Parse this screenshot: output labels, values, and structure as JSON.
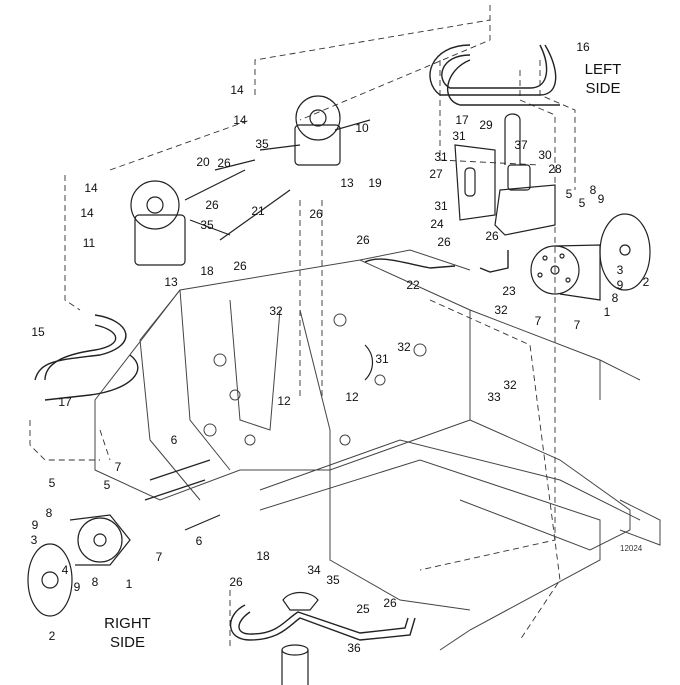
{
  "figure_id": "12024",
  "side_labels": {
    "left": [
      "LEFT",
      "SIDE"
    ],
    "right": [
      "RIGHT",
      "SIDE"
    ]
  },
  "callouts": [
    "16",
    "17",
    "29",
    "31",
    "37",
    "30",
    "31",
    "28",
    "27",
    "14",
    "14",
    "10",
    "35",
    "20",
    "26",
    "13",
    "19",
    "14",
    "26",
    "14",
    "35",
    "21",
    "26",
    "11",
    "18",
    "26",
    "13",
    "31",
    "24",
    "26",
    "26",
    "26",
    "22",
    "23",
    "5",
    "8",
    "5",
    "9",
    "3",
    "2",
    "9",
    "8",
    "1",
    "7",
    "7",
    "32",
    "32",
    "32",
    "31",
    "32",
    "33",
    "15",
    "12",
    "12",
    "17",
    "6",
    "7",
    "5",
    "5",
    "8",
    "9",
    "6",
    "7",
    "3",
    "4",
    "9",
    "8",
    "1",
    "2",
    "18",
    "26",
    "34",
    "35",
    "25",
    "26",
    "36"
  ]
}
